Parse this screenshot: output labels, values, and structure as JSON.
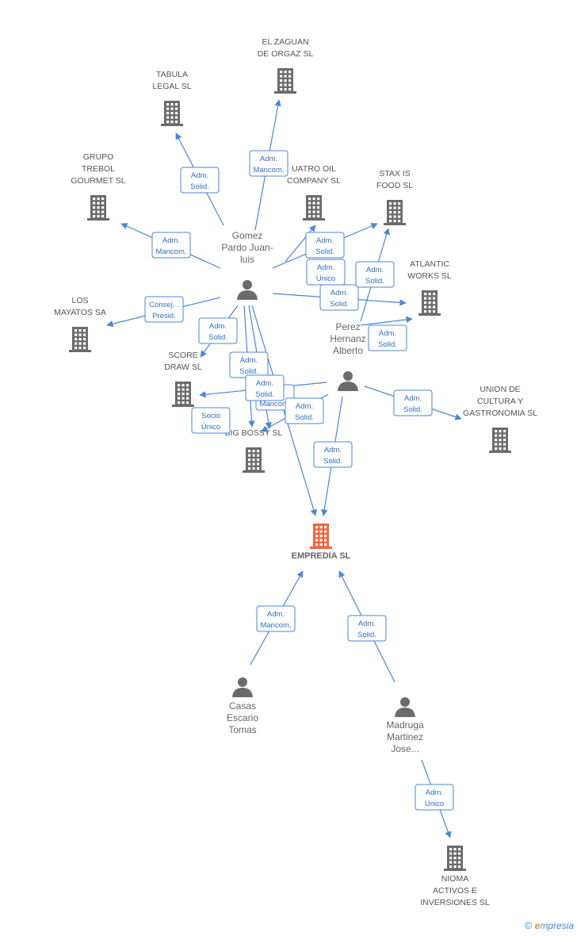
{
  "company_nodes": [
    {
      "id": "zaguan",
      "lines": [
        "EL ZAGUAN",
        "DE ORGAZ  SL"
      ],
      "focus": false
    },
    {
      "id": "tabula",
      "lines": [
        "TABULA",
        "LEGAL SL"
      ],
      "focus": false
    },
    {
      "id": "grupo",
      "lines": [
        "GRUPO",
        "TREBOL",
        "GOURMET SL"
      ],
      "focus": false
    },
    {
      "id": "cuatro",
      "lines": [
        "UATRO OIL",
        "COMPANY SL"
      ],
      "focus": false
    },
    {
      "id": "stax",
      "lines": [
        "STAX IS",
        "FOOD SL"
      ],
      "focus": false
    },
    {
      "id": "atlantic",
      "lines": [
        "ATLANTIC",
        "WORKS  SL"
      ],
      "focus": false
    },
    {
      "id": "mayatos",
      "lines": [
        "LOS",
        "MAYATOS SA"
      ],
      "focus": false
    },
    {
      "id": "score",
      "lines": [
        "SCORE",
        "DRAW SL"
      ],
      "focus": false
    },
    {
      "id": "union",
      "lines": [
        "UNION DE",
        "CULTURA Y",
        "GASTRONOMIA SL"
      ],
      "focus": false
    },
    {
      "id": "bigbossy",
      "lines": [
        "BIG BOSSY SL"
      ],
      "focus": false
    },
    {
      "id": "empredia",
      "lines": [
        "EMPREDIA SL"
      ],
      "focus": true
    },
    {
      "id": "nioma",
      "lines": [
        "NIOMA",
        "ACTIVOS E",
        "INVERSIONES SL"
      ],
      "focus": false
    }
  ],
  "person_nodes": [
    {
      "id": "gomez",
      "lines": [
        "Gomez",
        "Pardo Juan-",
        "luis"
      ]
    },
    {
      "id": "perez",
      "lines": [
        "Perez",
        "Hernanz",
        "Alberto"
      ]
    },
    {
      "id": "casas",
      "lines": [
        "Casas",
        "Escario",
        "Tomas"
      ]
    },
    {
      "id": "madruga",
      "lines": [
        "Madruga",
        "Martinez",
        "Jose..."
      ]
    }
  ],
  "edges": [
    {
      "from": "gomez",
      "to": "zaguan",
      "label": [
        "Adm.",
        "Mancom."
      ]
    },
    {
      "from": "gomez",
      "to": "tabula",
      "label": [
        "Adm.",
        "Solid."
      ]
    },
    {
      "from": "gomez",
      "to": "grupo",
      "label": [
        "Adm.",
        "Mancom."
      ]
    },
    {
      "from": "gomez",
      "to": "mayatos",
      "label": [
        "Consej. .",
        "Presid."
      ]
    },
    {
      "from": "gomez",
      "to": "score",
      "label": [
        "Adm.",
        "Solid."
      ]
    },
    {
      "from": "gomez",
      "to": "stax",
      "label": [
        "Adm.",
        "Solid."
      ]
    },
    {
      "from": "gomez",
      "to": "cuatro",
      "label": [
        "Adm.",
        "Unico"
      ]
    },
    {
      "from": "gomez",
      "to": "atlantic",
      "label": [
        "Adm.",
        "Solid."
      ]
    },
    {
      "from": "gomez",
      "to": "bigbossy",
      "label": [
        "Adm.",
        "Solid."
      ]
    },
    {
      "from": "gomez",
      "to": "bigbossy",
      "label": [
        "Adm.",
        "Mancom."
      ]
    },
    {
      "from": "gomez",
      "to": "empredia",
      "label": [
        "Adm.",
        "Solid."
      ]
    },
    {
      "from": "perez",
      "to": "stax",
      "label": [
        "Adm.",
        "Solid."
      ]
    },
    {
      "from": "perez",
      "to": "atlantic",
      "label": [
        "Adm.",
        "Solid."
      ]
    },
    {
      "from": "perez",
      "to": "union",
      "label": [
        "Adm.",
        "Solid."
      ]
    },
    {
      "from": "perez",
      "to": "score",
      "label": [
        "Socio",
        "Único"
      ]
    },
    {
      "from": "perez",
      "to": "bigbossy",
      "label": [
        "Adm.",
        "Solid."
      ]
    },
    {
      "from": "perez",
      "to": "empredia",
      "label": [
        "Adm.",
        "Solid."
      ]
    },
    {
      "from": "casas",
      "to": "empredia",
      "label": [
        "Adm.",
        "Mancom."
      ]
    },
    {
      "from": "madruga",
      "to": "empredia",
      "label": [
        "Adm.",
        "Solid."
      ]
    },
    {
      "from": "madruga",
      "to": "nioma",
      "label": [
        "Adm.",
        "Unico"
      ]
    }
  ],
  "footer": {
    "copyright": "©",
    "brand_initial": "e",
    "brand_rest": "mpresia"
  },
  "colors": {
    "accent": "#4a86d8",
    "focus": "#f0643a",
    "node": "#6b6b6b"
  }
}
